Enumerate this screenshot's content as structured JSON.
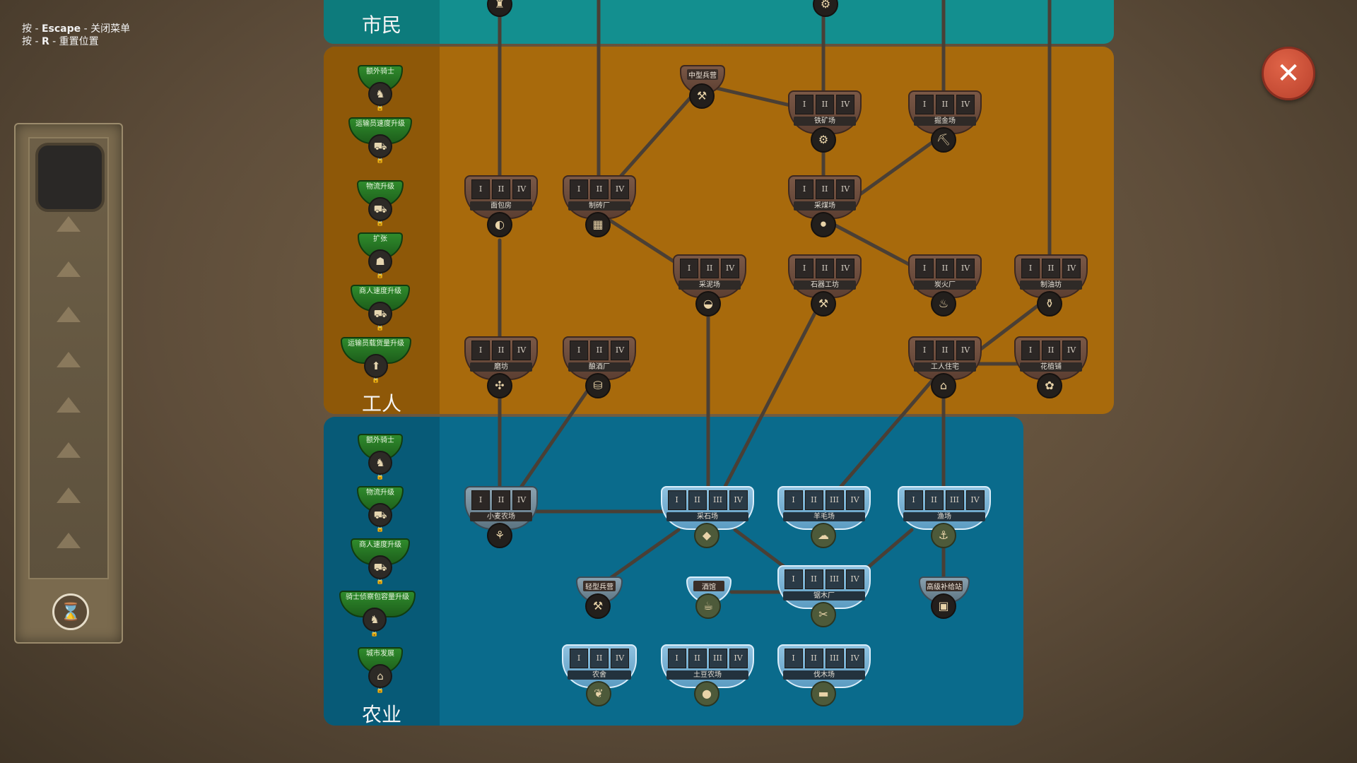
{
  "hints": [
    {
      "prefix": "按 - ",
      "key": "Escape",
      "suffix": " - 关闭菜单"
    },
    {
      "prefix": "按 - ",
      "key": "R",
      "suffix": " - 重置位置"
    }
  ],
  "close_label": "✕",
  "icons": {
    "close": "close-icon",
    "hourglass": "hourglass-icon",
    "lock": "lock-icon"
  },
  "bands": {
    "citizen": {
      "title": "市民",
      "color": "#138f8f"
    },
    "worker": {
      "title": "工人",
      "color": "#a86a0c"
    },
    "farm": {
      "title": "农业",
      "color": "#0a6b8c"
    }
  },
  "worker_perks": [
    "额外骑士",
    "运输员速度升级",
    "物流升级",
    "扩张",
    "商人速度升级",
    "运输员载货量升级"
  ],
  "farm_perks": [
    "额外骑士",
    "物流升级",
    "商人速度升级",
    "骑士侦察包容量升级",
    "城市发展"
  ],
  "tiers": [
    "I",
    "II",
    "IV"
  ],
  "worker_nodes": {
    "medium_tools": "中型兵营",
    "iron_mine": "铁矿场",
    "gold_mine": "掘金场",
    "bakery": "面包房",
    "brick": "制砖厂",
    "coal": "采煤场",
    "clay": "采泥场",
    "stoneworks": "石器工坊",
    "charcoal": "炭火厂",
    "oil": "制油坊",
    "mill": "磨坊",
    "brewery": "酿酒厂",
    "worker_house": "工人住宅",
    "flower": "花植铺"
  },
  "farm_nodes": {
    "wheat": "小麦农场",
    "quarry": "采石场",
    "wool": "羊毛场",
    "fishing": "渔场",
    "light_tools": "轻型兵营",
    "tavern": "酒馆",
    "sawmill": "锯木厂",
    "supply": "高级补给站",
    "henhouse": "农舍",
    "potato": "土豆农场",
    "lumber": "伐木场"
  }
}
